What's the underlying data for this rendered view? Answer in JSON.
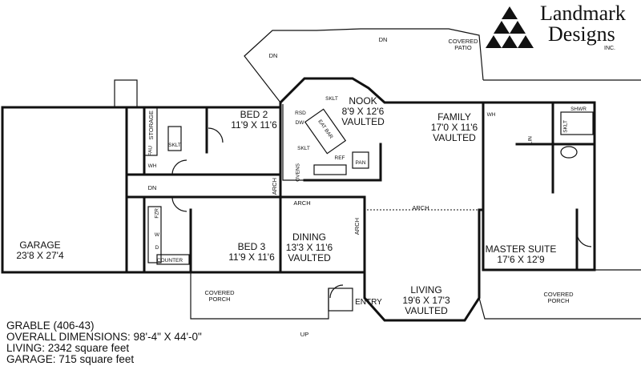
{
  "brand": {
    "line1": "Landmark",
    "line2": "Designs",
    "suffix": "INC."
  },
  "plan_info": {
    "name": "GRABLE (406-43)",
    "overall": "OVERALL DIMENSIONS: 98'-4\" X 44'-0\"",
    "living": "LIVING: 2342 square feet",
    "garage": "GARAGE: 715 square feet"
  },
  "rooms": {
    "garage": {
      "name": "GARAGE",
      "size": "23'8 X 27'4"
    },
    "bed2": {
      "name": "BED 2",
      "size": "11'9 X 11'6"
    },
    "bed3": {
      "name": "BED 3",
      "size": "11'9 X 11'6"
    },
    "nook": {
      "name": "NOOK",
      "size": "8'9 X 12'6",
      "note": "VAULTED"
    },
    "family": {
      "name": "FAMILY",
      "size": "17'0 X 11'6",
      "note": "VAULTED"
    },
    "dining": {
      "name": "DINING",
      "size": "13'3 X 11'6",
      "note": "VAULTED"
    },
    "living": {
      "name": "LIVING",
      "size": "19'6 X 17'3",
      "note": "VAULTED"
    },
    "master": {
      "name": "MASTER SUITE",
      "size": "17'6 X 12'9"
    },
    "entry": {
      "name": "ENTRY"
    }
  },
  "labels": {
    "covered_patio_1": "COVERED",
    "covered_patio_2": "PATIO",
    "covered_porch_1": "COVERED",
    "covered_porch_2": "PORCH",
    "dn": "DN",
    "up": "UP",
    "arch": "ARCH",
    "storage": "STORAGE",
    "fau": "FAU",
    "wh": "WH",
    "sklt": "SKLT",
    "rsd": "RSD",
    "dw": "DW",
    "eat_bar": "EAT BAR",
    "ovens": "OVENS",
    "ref": "REF",
    "pan": "PAN",
    "frz": "FZR",
    "w": "W",
    "d": "D",
    "counter": "COUNTER",
    "lin": "LIN",
    "shwr": "SHWR"
  }
}
